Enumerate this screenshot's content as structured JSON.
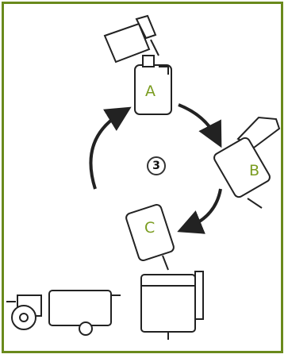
{
  "step_number": "3",
  "labels": {
    "a": "A",
    "b": "B",
    "c": "C"
  },
  "colors": {
    "border": "#6a8a1c",
    "label": "#7a9c20",
    "line": "#222222"
  },
  "icons": [
    "pouring-canister-icon",
    "container-a-icon",
    "hand-shaking-container-b-icon",
    "container-c-icon",
    "tractor-sprayer-icon",
    "sprayer-tank-icon"
  ]
}
